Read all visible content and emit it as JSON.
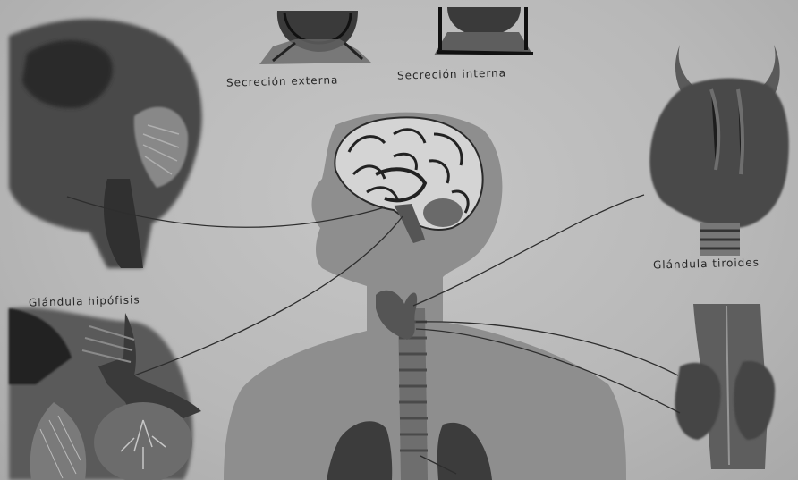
{
  "labels": {
    "external_secretion": "Secreción externa",
    "internal_secretion": "Secreción interna",
    "pituitary_gland": "Glándula hipófisis",
    "thyroid_gland": "Glándula tiroides"
  }
}
